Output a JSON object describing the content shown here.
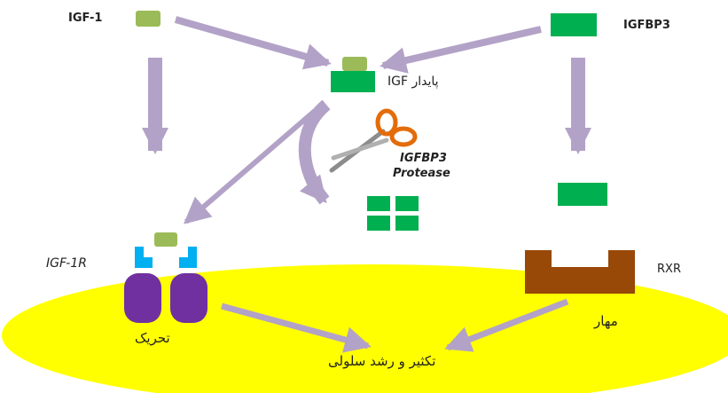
{
  "labels": {
    "igf1": "IGF-1",
    "igfbp3": "IGFBP3",
    "stable_igf": "IGF پایدار",
    "protease_line1": "IGFBP3",
    "protease_line2": "Protease",
    "igf1r": "IGF-1R",
    "rxr": "RXR",
    "stimulation": "تحریک",
    "inhibition": "مهار",
    "cell_growth": "تکثیر و رشد سلولی"
  },
  "icons": {
    "scissors": "scissors-icon"
  },
  "colors": {
    "igf_light_green": "#9bbb59",
    "igfbp3_green": "#00b050",
    "arrow_lavender": "#b3a2c7",
    "cell_yellow": "#ffff00",
    "receptor_blue": "#00b0f0",
    "receptor_purple": "#7030a0",
    "rxr_brown": "#984807",
    "scissors_orange": "#e36c09"
  }
}
